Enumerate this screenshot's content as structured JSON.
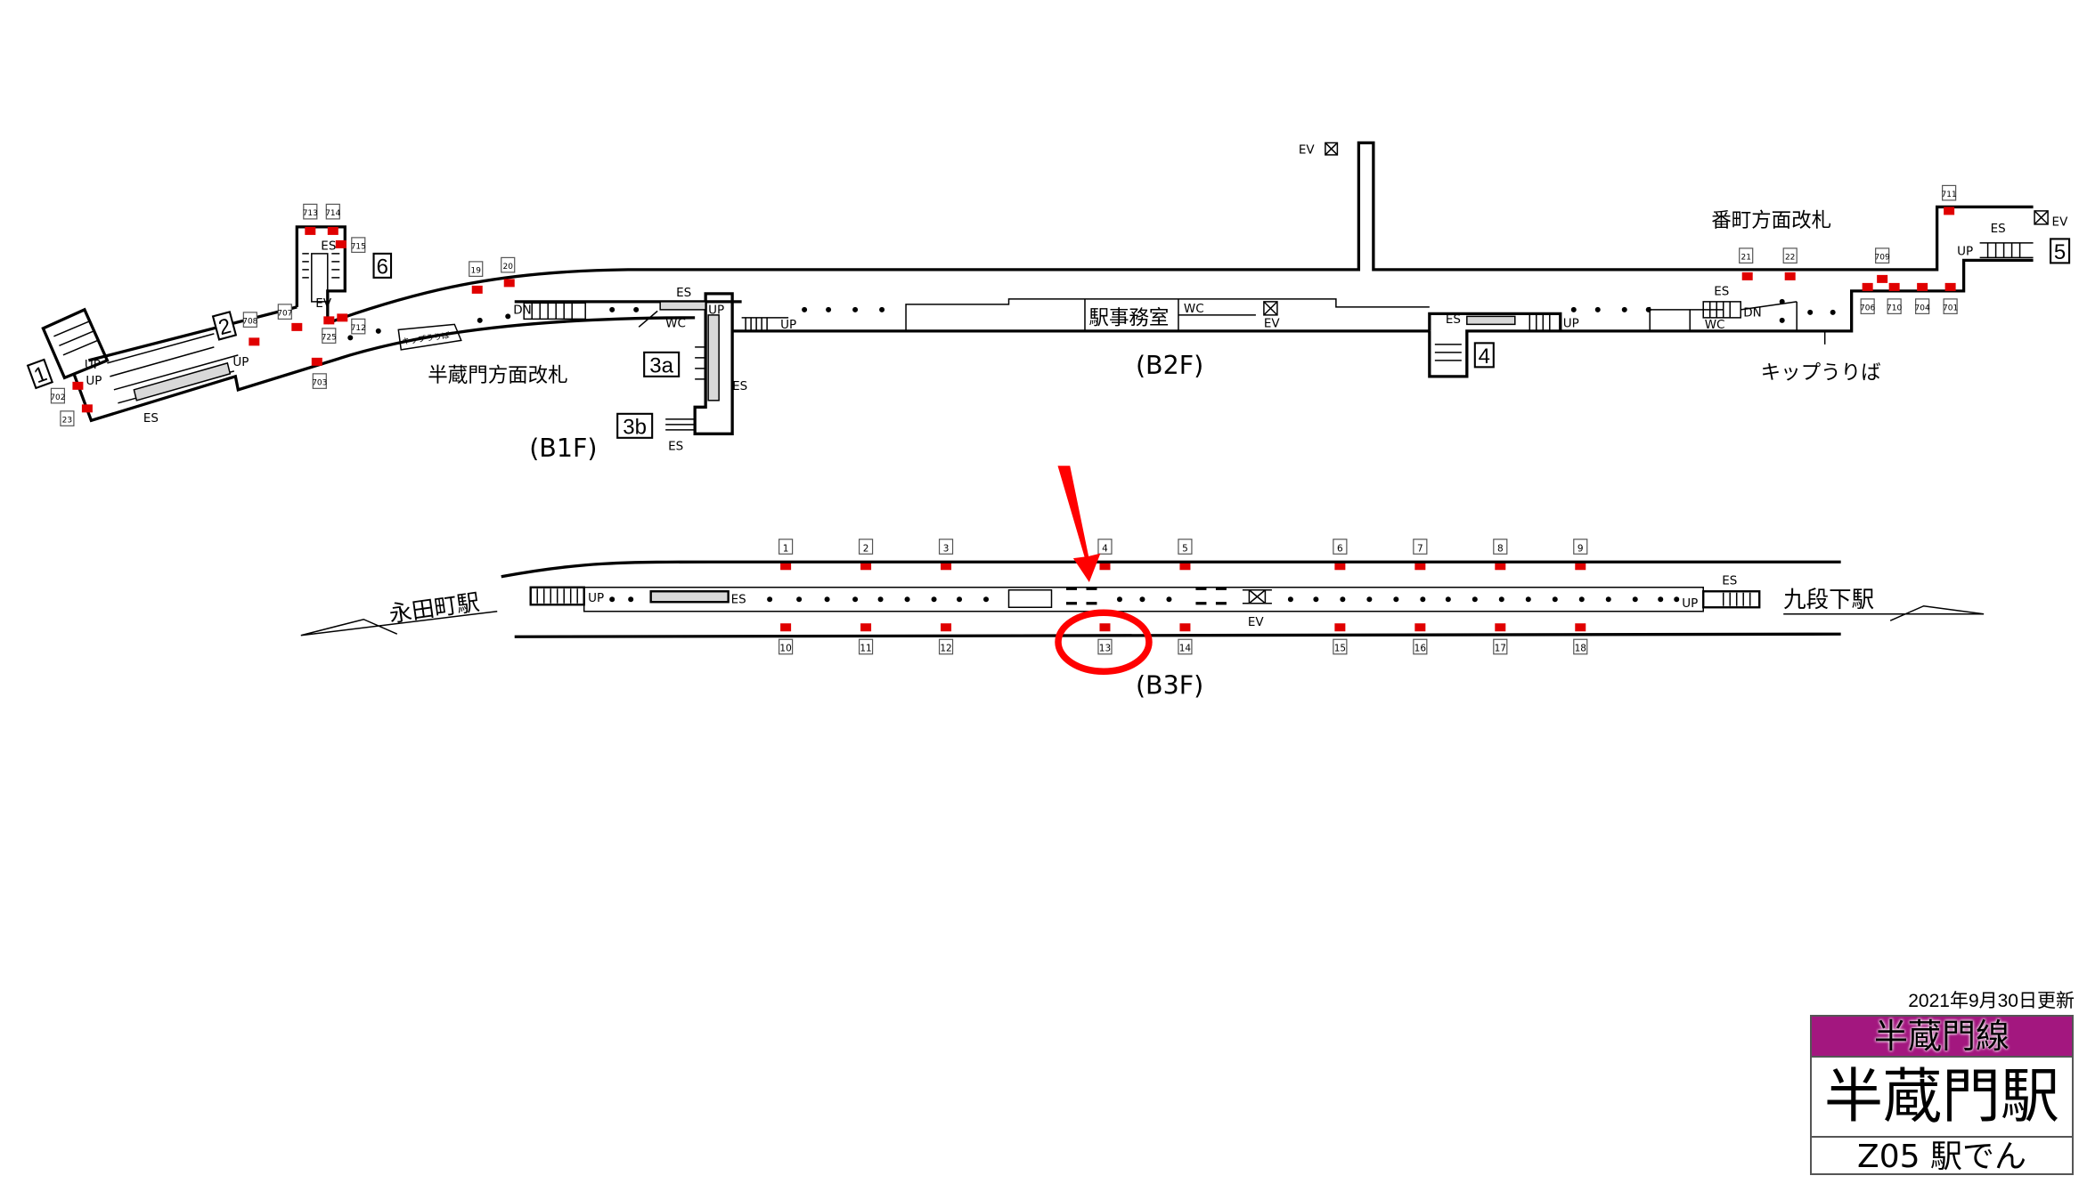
{
  "floors": {
    "b1f": "(B1F)",
    "b2f": "(B2F)",
    "b3f": "(B3F)"
  },
  "b1f": {
    "gate_label": "半蔵門方面改札",
    "ticket_small": "キップうりば",
    "exits": [
      "1",
      "2",
      "6",
      "3a",
      "3b"
    ],
    "marks": {
      "es": "ES",
      "up": "UP",
      "dn": "DN",
      "ev": "EV",
      "wc": "WC"
    },
    "car_stops": [
      "713",
      "714",
      "715",
      "19",
      "20",
      "707",
      "708",
      "712",
      "725",
      "703",
      "702",
      "23"
    ]
  },
  "b2f": {
    "office_label": "駅事務室",
    "gate_label": "番町方面改札",
    "ticket_label": "キップうりば",
    "exits": [
      "4",
      "5"
    ],
    "car_stops": [
      "21",
      "22",
      "709",
      "711",
      "706",
      "710",
      "704",
      "701"
    ]
  },
  "b3f": {
    "left_station": "永田町駅",
    "right_station": "九段下駅",
    "cars_top": [
      "1",
      "2",
      "3",
      "4",
      "5",
      "6",
      "7",
      "8",
      "9"
    ],
    "cars_bottom": [
      "10",
      "11",
      "12",
      "13",
      "14",
      "15",
      "16",
      "17",
      "18"
    ],
    "highlighted_car": "13"
  },
  "legend": {
    "updated": "2021年9月30日更新",
    "line_name": "半蔵門線",
    "station_name": "半蔵門駅",
    "code": "Z05 駅でん"
  },
  "colors": {
    "line": "#a3177f",
    "car_stop": "#e00000",
    "highlight": "#ff0000"
  }
}
